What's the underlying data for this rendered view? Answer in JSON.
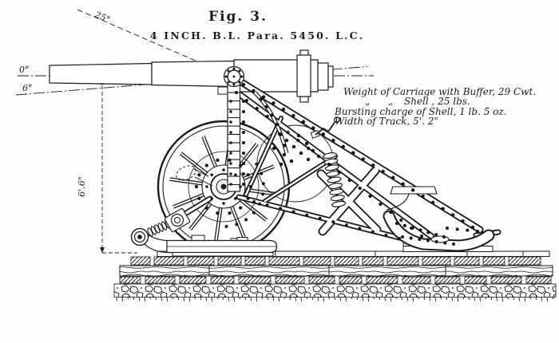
{
  "figure": {
    "label": "Fig. 3.",
    "subtitle": "4 INCH. B.L. Para. 5450. L.C."
  },
  "angles": {
    "elevation": "25°",
    "zero": "0°",
    "depression": "6°"
  },
  "dimensions": {
    "wheel_height": "6'.6\""
  },
  "notes": {
    "line1": "Weight of Carriage with Buffer, 29 Cwt.",
    "ditto1": "„",
    "ditto2": "„",
    "line2": "Shell , 25 lbs.",
    "line3": "Bursting charge of Shell, 1 lb. 5 oz.",
    "line4": "Width of Track, 5'. 2\""
  },
  "colors": {
    "ink": "#1c1c1c",
    "paper": "#fdfdfb"
  }
}
